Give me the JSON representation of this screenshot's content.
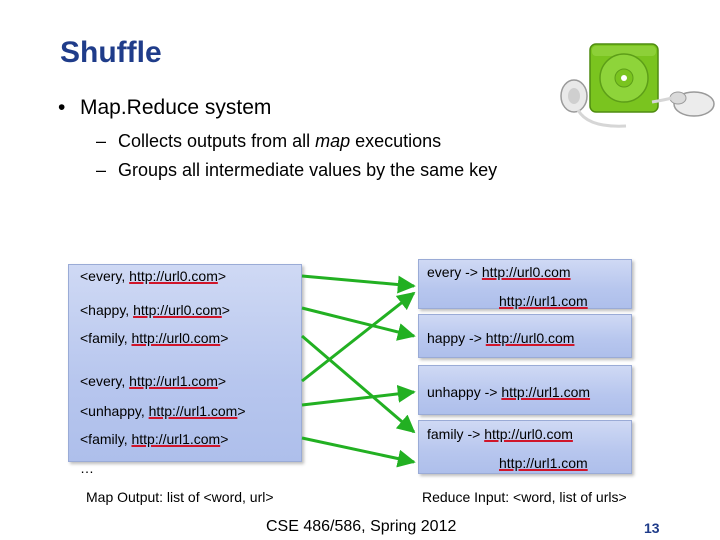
{
  "slide": {
    "title": "Shuffle",
    "bullet": "Map.Reduce system",
    "sub1_pre": "Collects outputs from all ",
    "sub1_em": "map",
    "sub1_post": " executions",
    "sub2": "Groups all intermediate values by the same key",
    "bullet_glyph": "•",
    "dash_glyph": "–"
  },
  "map_output": {
    "lines": [
      {
        "pre": "<every, ",
        "url": "http://url0.com",
        "post": ">"
      },
      {
        "pre": "<happy, ",
        "url": "http://url0.com",
        "post": ">"
      },
      {
        "pre": "<family, ",
        "url": "http://url0.com",
        "post": ">"
      },
      {
        "pre": "<every, ",
        "url": "http://url1.com",
        "post": ">"
      },
      {
        "pre": "<unhappy, ",
        "url": "http://url1.com",
        "post": ">"
      },
      {
        "pre": "<family, ",
        "url": "http://url1.com",
        "post": ">"
      }
    ],
    "ellipsis": "…",
    "caption": "Map Output: list of <word, url>"
  },
  "reduce_input": {
    "every_key": "every -> ",
    "every_url0": "http://url0.com",
    "every_url1": "http://url1.com",
    "happy_key": "happy -> ",
    "happy_url0": "http://url0.com",
    "unhappy_key": "unhappy -> ",
    "unhappy_url1": "http://url1.com",
    "family_key": "family -> ",
    "family_url0": "http://url0.com",
    "family_url1": "http://url1.com",
    "caption": "Reduce Input: <word, list of urls>"
  },
  "footer": {
    "course": "CSE 486/586, Spring 2012",
    "page": "13"
  },
  "colors": {
    "title": "#1f3c8a",
    "arrow": "#22b022",
    "underline": "#d0152a",
    "ipod_body": "#7ac41f"
  },
  "icons": {
    "ipod": "ipod-shuffle-image"
  }
}
